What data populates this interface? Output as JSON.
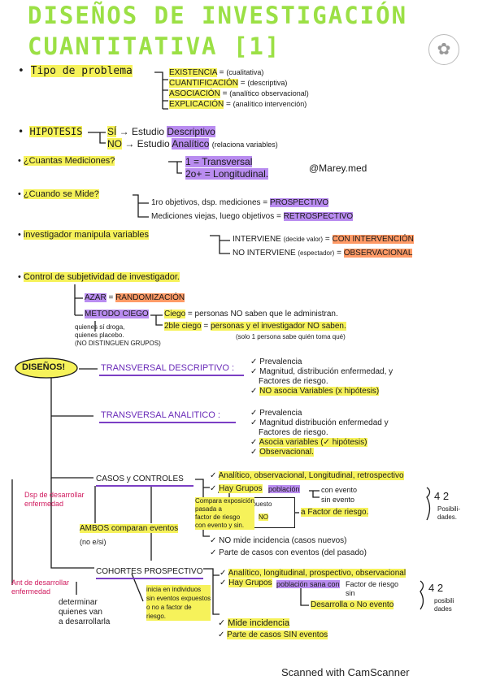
{
  "title": {
    "line1": "DISEÑOS DE INVESTIGACIÓN",
    "line2": "CUANTITATIVA [1]"
  },
  "watermark": "@Marey.med",
  "footer": "Scanned with CamScanner",
  "problema": {
    "label": "Tipo de problema",
    "items": [
      {
        "name": "EXISTENCIA",
        "note": "(cualitativa)"
      },
      {
        "name": "CUANTIFICACIÓN",
        "note": "(descriptiva)"
      },
      {
        "name": "ASOCIACIÓN",
        "note": "(analítico observacional)"
      },
      {
        "name": "EXPLICACIÓN",
        "note": "(analítico intervención)"
      }
    ]
  },
  "hipotesis": {
    "label": "HIPOTESIS",
    "si": "SÍ",
    "si_arrow": "Estudio",
    "si_type": "Descriptivo",
    "no": "NO",
    "no_arrow": "Estudio",
    "no_type": "Analítico",
    "no_note": "(relaciona variables)"
  },
  "mediciones": {
    "label": "¿Cuantas Mediciones?",
    "one": "1 = Transversal",
    "two": "2o+ = Longitudinal."
  },
  "mide": {
    "label": "¿Cuando se Mide?",
    "line1_pre": "1ro objetivos, dsp. mediciones",
    "line1_res": "PROSPECTIVO",
    "line2_pre": "Mediciones viejas, luego objetivos",
    "line2_res": "RETROSPECTIVO"
  },
  "manipula": {
    "label": "investigador manipula variables",
    "yes": "INTERVIENE",
    "yes_note": "(decide valor)",
    "yes_res": "CON INTERVENCIÓN",
    "no": "NO INTERVIENE",
    "no_note": "(espectador)",
    "no_res": "OBSERVACIONAL"
  },
  "control": {
    "label": "Control de subjetividad de investigador.",
    "azar": "AZAR",
    "azar_res": "RANDOMIZACIÓN",
    "ciego": "METODO CIEGO",
    "ciego1": "Ciego",
    "ciego1_def": "personas NO saben que le administran.",
    "ciego2": "2ble ciego",
    "ciego2_def": "personas y el investigador NO saben.",
    "ciego2_note": "(solo 1 persona sabe quién toma qué)",
    "quienes1": "quienes sí droga,",
    "quienes2": "quienes placebo.",
    "quienes3": "(NO DISTINGUEN GRUPOS)"
  },
  "disenos": {
    "label": "DISEÑOS!",
    "trans_desc": {
      "name": "TRANSVERSAL DESCRIPTIVO :",
      "items": [
        "Prevalencia",
        "Magnitud, distribución enfermedad, y",
        "Factores de riesgo.",
        "NO asocia Variables (x hipótesis)"
      ]
    },
    "trans_anal": {
      "name": "TRANSVERSAL ANALITICO :",
      "items": [
        "Prevalencia",
        "Magnitud distribución enfermedad y",
        "Factores de riesgo.",
        "Asocia variables (✓ hipótesis)",
        "Observacional."
      ]
    },
    "casos": {
      "name": "CASOS y CONTROLES",
      "items": [
        "Analítico, observacional, Longitudinal, retrospectivo",
        "Hay Grupos"
      ],
      "poblacion": "población",
      "con_evento": "con evento",
      "sin_evento": "sin evento",
      "compara": [
        "Compara exposición",
        "pasada a",
        "factor de riesgo",
        "con evento y sin."
      ],
      "expuesto": "expuesto",
      "no": "NO",
      "factor": "a Factor de riesgo.",
      "posib": [
        "4",
        "2",
        "Posibili-",
        "dades."
      ],
      "no_mide": "NO mide incidencia (casos nuevos)",
      "parte": "Parte de casos con eventos (del pasado)",
      "dsp": [
        "Dsp de desarrollar",
        "enfermedad"
      ],
      "ambos": "AMBOS comparan eventos",
      "no_es": "(no e/si)"
    },
    "cohortes": {
      "name": "COHORTES PROSPECTIVO",
      "items": [
        "Analítico, longitudinal, prospectivo, observacional",
        "Hay Grupos"
      ],
      "poblacion": "población sana con",
      "factor": "Factor de riesgo",
      "sin": "sin",
      "desarrolla": "Desarrolla o No evento",
      "posib": [
        "4",
        "2",
        "posibili",
        "dades"
      ],
      "mide": "Mide incidencia",
      "parte": "Parte de casos SIN eventos",
      "inicia": [
        "inicia en individuos",
        "sin eventos expuestos",
        "o no a factor de",
        "riesgo."
      ],
      "ant": [
        "Ant de desarrollar",
        "enfermedad"
      ],
      "determinar": [
        "determinar",
        "quienes van",
        "a desarrollarla"
      ]
    }
  }
}
